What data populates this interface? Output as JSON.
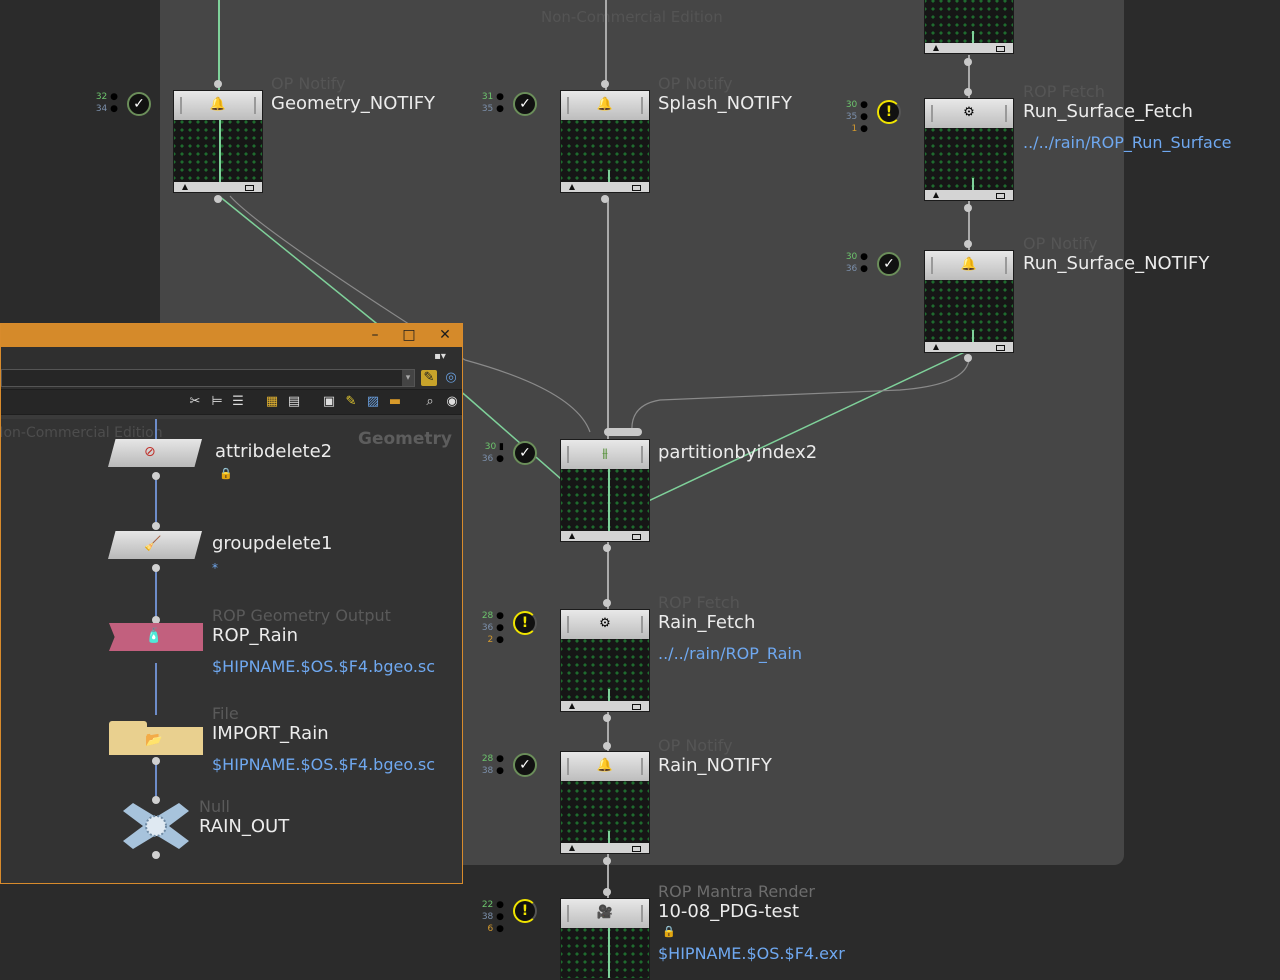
{
  "network": {
    "watermark": "Non-Commercial Edition",
    "nodes": {
      "geometry_notify": {
        "type": "OP Notify",
        "name": "Geometry_NOTIFY",
        "stats": [
          "32",
          "34"
        ],
        "status": "ok"
      },
      "splash_notify": {
        "type": "OP Notify",
        "name": "Splash_NOTIFY",
        "stats": [
          "31",
          "35"
        ],
        "status": "ok"
      },
      "run_surface_fetch": {
        "type": "ROP Fetch",
        "name": "Run_Surface_Fetch",
        "sub": "../../rain/ROP_Run_Surface",
        "stats": [
          "30",
          "35",
          "1"
        ],
        "status": "warning"
      },
      "run_surface_notify": {
        "type": "OP Notify",
        "name": "Run_Surface_NOTIFY",
        "stats": [
          "30",
          "36"
        ],
        "status": "ok"
      },
      "partition": {
        "type": "",
        "name": "partitionbyindex2",
        "stats": [
          "30",
          "36"
        ],
        "status": "ok"
      },
      "rain_fetch": {
        "type": "ROP Fetch",
        "name": "Rain_Fetch",
        "sub": "../../rain/ROP_Rain",
        "stats": [
          "28",
          "36",
          "2"
        ],
        "status": "warning"
      },
      "rain_notify": {
        "type": "OP Notify",
        "name": "Rain_NOTIFY",
        "stats": [
          "28",
          "38"
        ],
        "status": "ok"
      },
      "mantra": {
        "type": "ROP Mantra Render",
        "name": "10-08_PDG-test",
        "sub": "$HIPNAME.$OS.$F4.exr",
        "stats": [
          "22",
          "38",
          "6"
        ],
        "status": "warning"
      }
    }
  },
  "float_window": {
    "buttons": {
      "minimize": "–",
      "maximize": "□",
      "close": "✕"
    },
    "context_label": "Geometry",
    "watermark": "Non-Commercial Edition",
    "nodes": {
      "attribdelete": {
        "name": "attribdelete2"
      },
      "groupdelete": {
        "name": "groupdelete1",
        "sub": "*"
      },
      "rop_rain": {
        "type": "ROP Geometry Output",
        "name": "ROP_Rain",
        "sub": "$HIPNAME.$OS.$F4.bgeo.sc"
      },
      "import_rain": {
        "type": "File",
        "name": "IMPORT_Rain",
        "sub": "$HIPNAME.$OS.$F4.bgeo.sc"
      },
      "rain_out": {
        "type": "Null",
        "name": "RAIN_OUT"
      }
    }
  },
  "icons": {
    "notify": "bell-icon",
    "fetch": "fetch-icon",
    "partition": "partition-icon",
    "mantra": "mantra-render-icon",
    "ok": "checkmark-icon",
    "warning": "exclamation-icon"
  },
  "colors": {
    "network_bg": "#464646",
    "window_title": "#d58a2a",
    "wire_active": "#7fd19a",
    "link_text": "#6fa8f0",
    "rop_geo_node": "#c2607e",
    "file_node": "#e9d08f",
    "null_node": "#a7c3dc"
  }
}
